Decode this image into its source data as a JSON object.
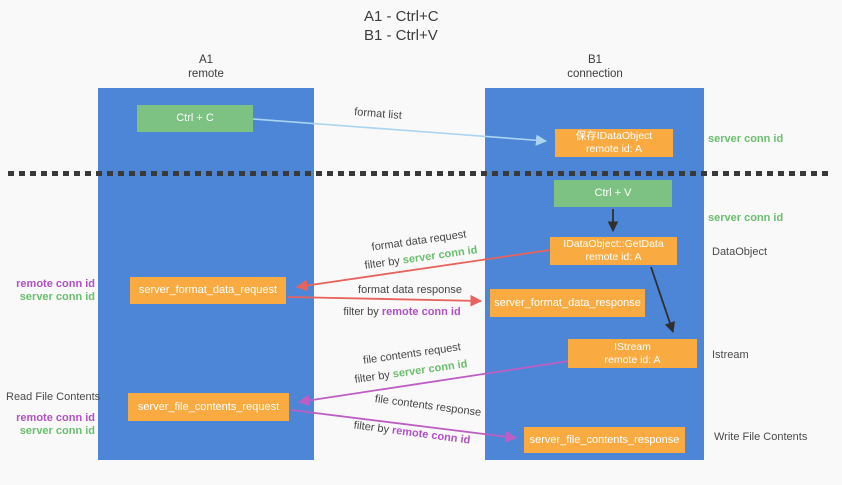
{
  "title": {
    "line1": "A1 - Ctrl+C",
    "line2": "B1 - Ctrl+V"
  },
  "lanes": {
    "left": {
      "name": "A1",
      "role": "remote"
    },
    "right": {
      "name": "B1",
      "role": "connection"
    }
  },
  "boxes": {
    "ctrl_c": "Ctrl + C",
    "save_idataobject": {
      "line1": "保存IDataObject",
      "line2": "remote id: A"
    },
    "ctrl_v": "Ctrl + V",
    "getdata": {
      "line1": "IDataObject::GetData",
      "line2": "remote id: A"
    },
    "format_request": "server_format_data_request",
    "format_response": "server_format_data_response",
    "istream": {
      "line1": "IStream",
      "line2": "remote id: A"
    },
    "file_request": "server_file_contents_request",
    "file_response": "server_file_contents_response"
  },
  "side_labels": {
    "server_conn_id_top": "server conn id",
    "server_conn_id_mid": "server conn id",
    "dataobject": "DataObject",
    "istream": "Istream",
    "write_file_contents": "Write File Contents",
    "read_file_contents": "Read File Contents",
    "remote_conn_id_format": "remote conn id",
    "server_conn_id_format": "server conn id",
    "remote_conn_id_file": "remote conn id",
    "server_conn_id_file": "server conn id"
  },
  "arrow_labels": {
    "format_list": "format list",
    "format_data_request": "format data request",
    "format_data_response": "format data response",
    "file_contents_request": "file contents request",
    "file_contents_response": "file contents response",
    "filter_by": "filter by",
    "server_conn_id": "server conn id",
    "remote_conn_id": "remote conn id"
  },
  "colors": {
    "bg": "#f9f9f9",
    "lane_blue": "#4d86d7",
    "green_box": "#7dc282",
    "orange_box": "#f9ab42",
    "green_text": "#6abf6d",
    "purple_text": "#b150c8",
    "red_arrow": "#e8635c",
    "magenta_arrow": "#be5ec4",
    "blue_arrow": "#aad4f0",
    "black_arrow": "#2f2f2f"
  }
}
